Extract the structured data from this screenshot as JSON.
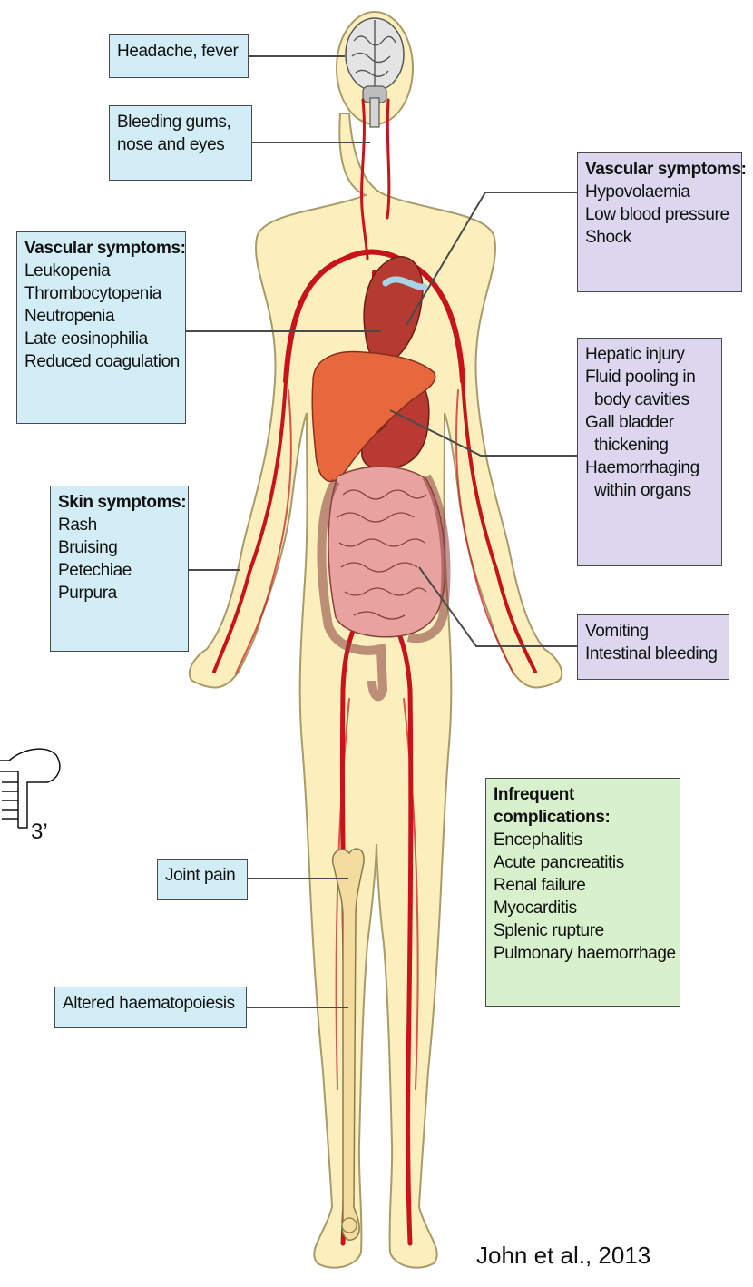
{
  "labels": {
    "headache": {
      "items": [
        "Headache, fever"
      ]
    },
    "bleeding": {
      "items": [
        "Bleeding gums,",
        "nose and eyes"
      ]
    },
    "vascular_left": {
      "heading": "Vascular symptoms:",
      "items": [
        "Leukopenia",
        "Thrombocytopenia",
        "Neutropenia",
        "Late eosinophilia",
        "Reduced coagulation"
      ]
    },
    "skin": {
      "heading": "Skin symptoms:",
      "items": [
        "Rash",
        "Bruising",
        "Petechiae",
        "Purpura"
      ]
    },
    "joint": {
      "items": [
        "Joint pain"
      ]
    },
    "haemato": {
      "items": [
        "Altered haematopoiesis"
      ]
    },
    "vascular_right": {
      "heading": "Vascular symptoms:",
      "items": [
        "Hypovolaemia",
        "Low blood pressure",
        "Shock"
      ]
    },
    "hepatic": {
      "items": [
        "Hepatic injury",
        "Fluid pooling in",
        "body cavities",
        "Gall bladder",
        "thickening",
        "Haemorrhaging",
        "within organs"
      ]
    },
    "vomiting": {
      "items": [
        "Vomiting",
        "Intestinal bleeding"
      ]
    },
    "infrequent": {
      "heading_lines": [
        "Infrequent",
        "complications:"
      ],
      "items": [
        "Encephalitis",
        "Acute pancreatitis",
        "Renal failure",
        "Myocarditis",
        "Splenic rupture",
        "Pulmonary haemorrhage"
      ]
    }
  },
  "fragment_label": "3’",
  "citation": "John et al., 2013",
  "colors": {
    "skin": "#fbf0bd",
    "skin_outline": "#a89a6a",
    "artery": "#c8121c",
    "heart": "#b53a30",
    "liver": "#e8683e",
    "stomach": "#b83a32",
    "intestine": "#e8a3a0",
    "intestine_outline": "#8a3e3e",
    "bone": "#f2dca0",
    "brain": "#e4e4e4",
    "box_blue": "#d3edf6",
    "box_purple": "#dcd7ef",
    "box_green": "#d8f0cc"
  }
}
